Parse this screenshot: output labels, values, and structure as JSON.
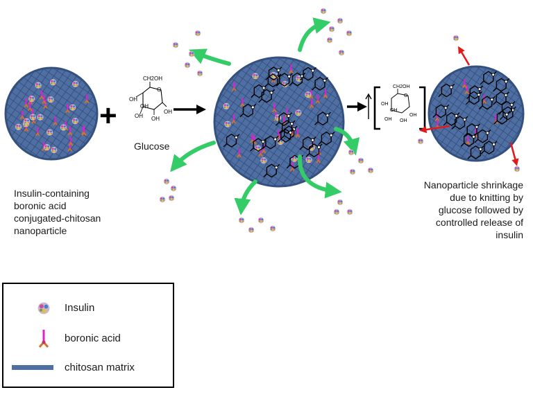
{
  "glucose_label": "Glucose",
  "caption_left": [
    "Insulin-containing",
    "boronic acid",
    "conjugated-chitosan",
    "nanoparticle"
  ],
  "caption_right": [
    "Nanoparticle shrinkage",
    "due to knitting by",
    "glucose followed by",
    "controlled release of",
    "insulin"
  ],
  "plus_sign": "+",
  "molecule": {
    "ch2oh": "CH2OH",
    "oh": "OH",
    "ring_o": "O"
  },
  "legend": {
    "items": [
      {
        "label": "Insulin",
        "icon": "insulin-icon"
      },
      {
        "label": "boronic acid",
        "icon": "boronic-acid-icon"
      },
      {
        "label": "chitosan matrix",
        "icon": "chitosan-matrix-icon"
      }
    ]
  },
  "colors": {
    "chitosan": "#4f6fa3",
    "chitosan_dark": "#2f4a78",
    "boronic_acid": "#e020d0",
    "release_arrow": "#33cc66",
    "shrink_arrow": "#e01b1b",
    "insulin": "#b08fb0"
  }
}
